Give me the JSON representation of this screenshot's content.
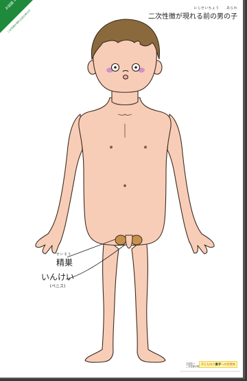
{
  "corner": {
    "label": "お話図 ①",
    "sub": "二次性徴が現れる前の男の子"
  },
  "title": {
    "ruby": "にじせいちょう　　あらわ",
    "text": "二次性徴が現れる前の男の子"
  },
  "labels": {
    "seiso_ruby": "せいそう",
    "seiso": "精巣",
    "penis": "いんけい",
    "penis_sub": "(ペニス)"
  },
  "footer": {
    "code": "お話図 ①",
    "caption": "二次性徴が現れる前の男の子",
    "badge_prefix": "子ども向け",
    "badge_highlight": "男子",
    "badge_suffix": "への性教育"
  },
  "colors": {
    "skin": "#f8cdb7",
    "outline": "#3b2a1f",
    "hair": "#8a6a3c",
    "cheek": "#c988c8",
    "testes": "#c7914d",
    "ribbon": "#1f8a3b"
  }
}
